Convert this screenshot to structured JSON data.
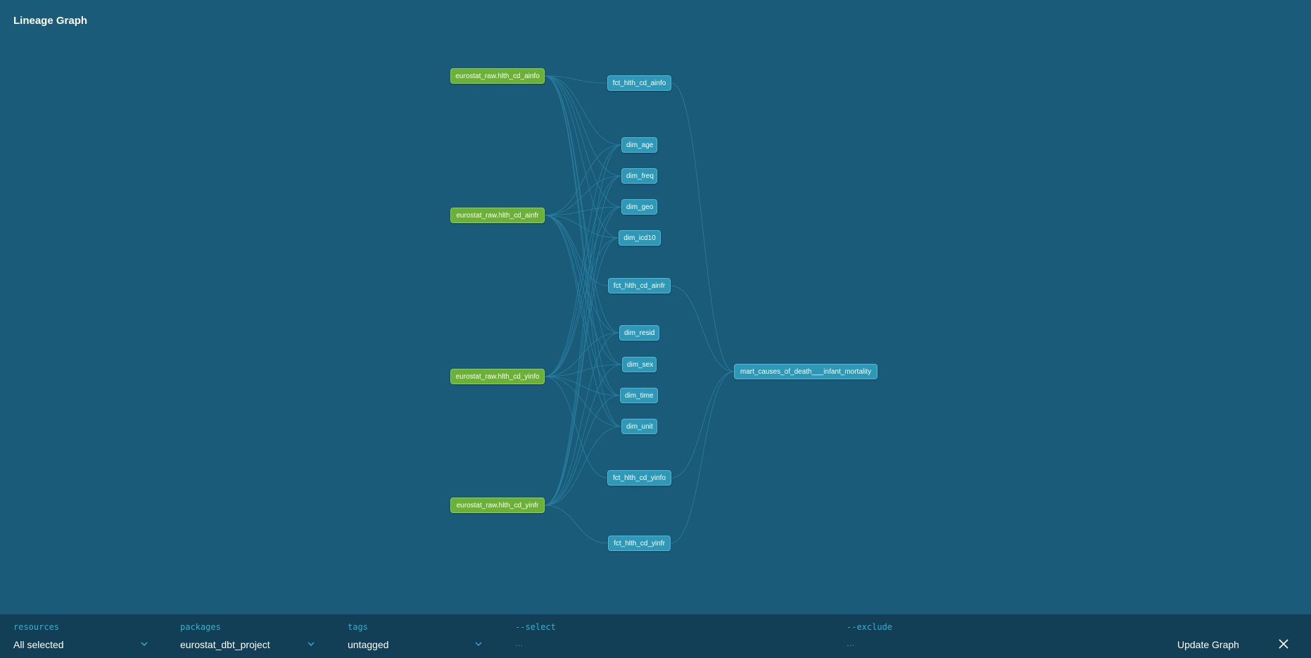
{
  "header": {
    "title": "Lineage Graph"
  },
  "graph": {
    "sources": [
      {
        "id": "src_ainfo",
        "label": "eurostat_raw.hlth_cd_ainfo"
      },
      {
        "id": "src_ainfr",
        "label": "eurostat_raw.hlth_cd_ainfr"
      },
      {
        "id": "src_yinfo",
        "label": "eurostat_raw.hlth_cd_yinfo"
      },
      {
        "id": "src_yinfr",
        "label": "eurostat_raw.hlth_cd_yinfr"
      }
    ],
    "models": [
      {
        "id": "fct_ainfo",
        "label": "fct_hlth_cd_ainfo"
      },
      {
        "id": "dim_age",
        "label": "dim_age"
      },
      {
        "id": "dim_freq",
        "label": "dim_freq"
      },
      {
        "id": "dim_geo",
        "label": "dim_geo"
      },
      {
        "id": "dim_icd10",
        "label": "dim_icd10"
      },
      {
        "id": "fct_ainfr",
        "label": "fct_hlth_cd_ainfr"
      },
      {
        "id": "dim_resid",
        "label": "dim_resid"
      },
      {
        "id": "dim_sex",
        "label": "dim_sex"
      },
      {
        "id": "dim_time",
        "label": "dim_time"
      },
      {
        "id": "dim_unit",
        "label": "dim_unit"
      },
      {
        "id": "fct_yinfo",
        "label": "fct_hlth_cd_yinfo"
      },
      {
        "id": "fct_yinfr",
        "label": "fct_hlth_cd_yinfr"
      },
      {
        "id": "mart",
        "label": "mart_causes_of_death___infant_mortality"
      }
    ]
  },
  "filters": {
    "resources": {
      "label": "resources",
      "value": "All selected"
    },
    "packages": {
      "label": "packages",
      "value": "eurostat_dbt_project"
    },
    "tags": {
      "label": "tags",
      "value": "untagged"
    },
    "select": {
      "label": "--select",
      "placeholder": "..."
    },
    "exclude": {
      "label": "--exclude",
      "placeholder": "..."
    }
  },
  "actions": {
    "update_label": "Update Graph"
  },
  "icons": {
    "dropdown": "chevron-down-icon",
    "close": "close-icon"
  },
  "colors": {
    "background": "#1a5b7a",
    "bottom_bar": "#123f56",
    "source_node": "#6bb136",
    "model_node": "#2e98b8",
    "label_accent": "#2fb2cf",
    "edge": "#2a7fa0"
  }
}
